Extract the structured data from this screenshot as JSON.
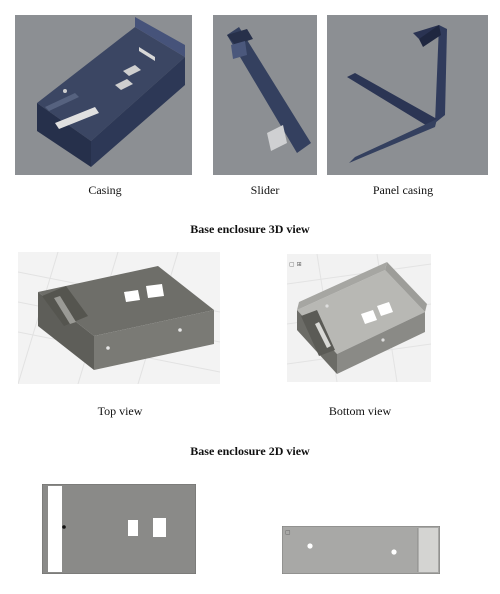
{
  "row1": {
    "captions": [
      "Casing",
      "Slider",
      "Panel casing"
    ]
  },
  "section_3d": {
    "heading": "Base enclosure 3D view"
  },
  "row2": {
    "captions": [
      "Top view",
      "Bottom view"
    ]
  },
  "section_2d": {
    "heading": "Base enclosure 2D view"
  },
  "colors": {
    "viewport_gray": "#8c8f93",
    "navy_part": "#2f3a5a",
    "body_gray": "#6d6d68",
    "light_grid_bg": "#f4f4f4",
    "plate_gray": "#8a8a88"
  }
}
